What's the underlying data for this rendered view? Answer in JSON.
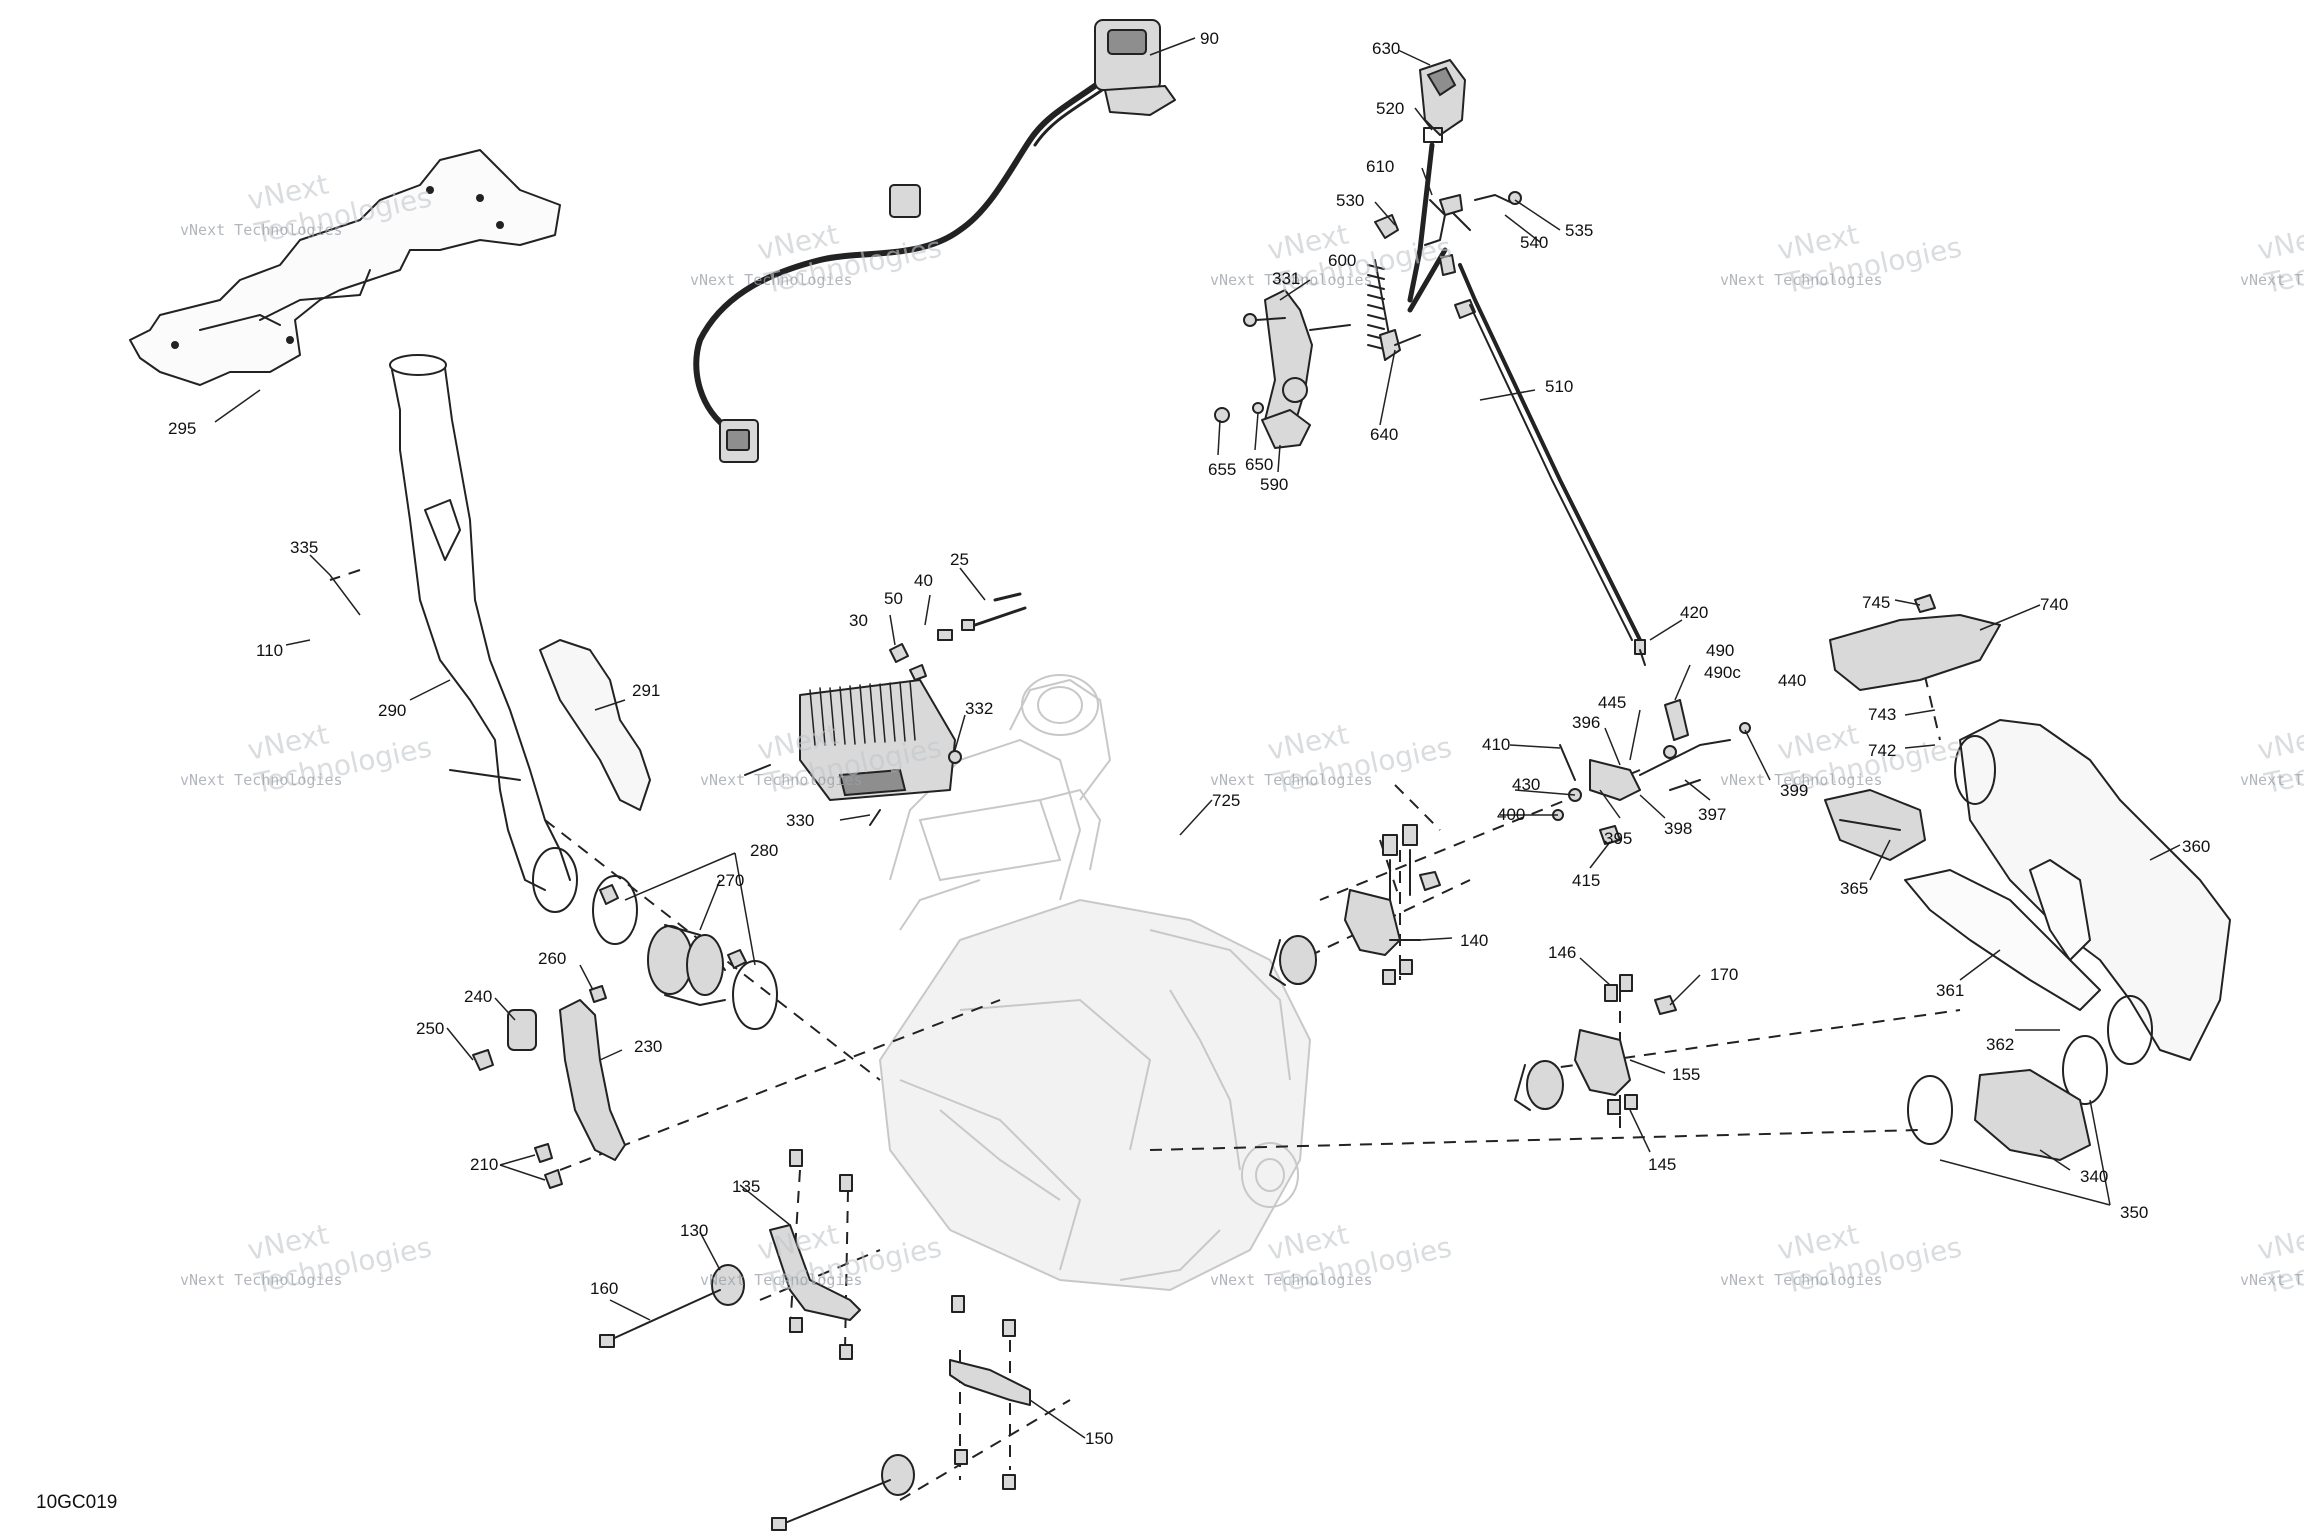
{
  "diagram": {
    "reference_code": "10GC019",
    "watermark_lines": [
      "vNext Technologies",
      "vNext",
      "Technologies"
    ],
    "callouts": [
      {
        "id": "c90",
        "text": "90"
      },
      {
        "id": "c630",
        "text": "630"
      },
      {
        "id": "c520",
        "text": "520"
      },
      {
        "id": "c610",
        "text": "610"
      },
      {
        "id": "c530",
        "text": "530"
      },
      {
        "id": "c535",
        "text": "535"
      },
      {
        "id": "c540",
        "text": "540"
      },
      {
        "id": "c600",
        "text": "600"
      },
      {
        "id": "c331",
        "text": "331"
      },
      {
        "id": "c510",
        "text": "510"
      },
      {
        "id": "c640",
        "text": "640"
      },
      {
        "id": "c655",
        "text": "655"
      },
      {
        "id": "c650",
        "text": "650"
      },
      {
        "id": "c590",
        "text": "590"
      },
      {
        "id": "c295",
        "text": "295"
      },
      {
        "id": "c335",
        "text": "335"
      },
      {
        "id": "c110",
        "text": "110"
      },
      {
        "id": "c290",
        "text": "290"
      },
      {
        "id": "c291",
        "text": "291"
      },
      {
        "id": "c25",
        "text": "25"
      },
      {
        "id": "c40",
        "text": "40"
      },
      {
        "id": "c50",
        "text": "50"
      },
      {
        "id": "c30",
        "text": "30"
      },
      {
        "id": "c332",
        "text": "332"
      },
      {
        "id": "c330",
        "text": "330"
      },
      {
        "id": "c725",
        "text": "725"
      },
      {
        "id": "c420",
        "text": "420"
      },
      {
        "id": "c490",
        "text": "490"
      },
      {
        "id": "c490c",
        "text": "490c"
      },
      {
        "id": "c440",
        "text": "440"
      },
      {
        "id": "c445",
        "text": "445"
      },
      {
        "id": "c396",
        "text": "396"
      },
      {
        "id": "c410",
        "text": "410"
      },
      {
        "id": "c430",
        "text": "430"
      },
      {
        "id": "c400",
        "text": "400"
      },
      {
        "id": "c395",
        "text": "395"
      },
      {
        "id": "c415",
        "text": "415"
      },
      {
        "id": "c398",
        "text": "398"
      },
      {
        "id": "c397",
        "text": "397"
      },
      {
        "id": "c399",
        "text": "399"
      },
      {
        "id": "c745",
        "text": "745"
      },
      {
        "id": "c740",
        "text": "740"
      },
      {
        "id": "c743",
        "text": "743"
      },
      {
        "id": "c742",
        "text": "742"
      },
      {
        "id": "c365",
        "text": "365"
      },
      {
        "id": "c360",
        "text": "360"
      },
      {
        "id": "c361",
        "text": "361"
      },
      {
        "id": "c362",
        "text": "362"
      },
      {
        "id": "c340",
        "text": "340"
      },
      {
        "id": "c350",
        "text": "350"
      },
      {
        "id": "c280",
        "text": "280"
      },
      {
        "id": "c270",
        "text": "270"
      },
      {
        "id": "c260",
        "text": "260"
      },
      {
        "id": "c240",
        "text": "240"
      },
      {
        "id": "c250",
        "text": "250"
      },
      {
        "id": "c230",
        "text": "230"
      },
      {
        "id": "c210",
        "text": "210"
      },
      {
        "id": "c140",
        "text": "140"
      },
      {
        "id": "c146",
        "text": "146"
      },
      {
        "id": "c170",
        "text": "170"
      },
      {
        "id": "c155",
        "text": "155"
      },
      {
        "id": "c145",
        "text": "145"
      },
      {
        "id": "c135",
        "text": "135"
      },
      {
        "id": "c130",
        "text": "130"
      },
      {
        "id": "c160",
        "text": "160"
      },
      {
        "id": "c150",
        "text": "150"
      }
    ]
  }
}
